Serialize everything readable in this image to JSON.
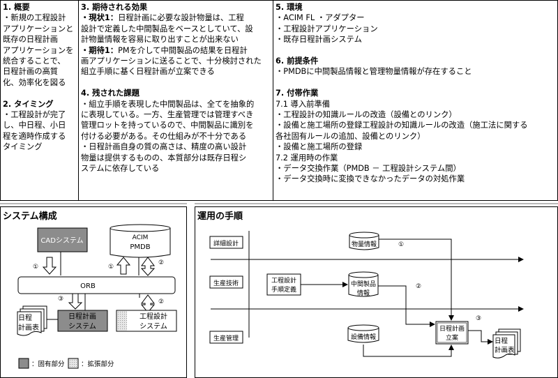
{
  "sections": {
    "overview": {
      "title": "1. 概要",
      "lines": [
        "・新規の工程設計",
        "アプリケーションと",
        "既存の日程計画",
        "アプリケーションを",
        "統合することで、",
        "日程計画の高質",
        "化、効率化を図る"
      ]
    },
    "timing": {
      "title": "2. タイミング",
      "lines": [
        "・工程設計が完了",
        "し、中日程、小日",
        "程を適時作成する",
        "タイミング"
      ]
    },
    "effects": {
      "title": "3. 期待される効果",
      "current_label": "・現状1：",
      "current_lines": [
        "日程計画に必要な設計物量は、工程",
        "設計で定義した中間製品をベースとしていて、設",
        "計物量情報を容易に取り出すことが出来ない"
      ],
      "expect_label": "・期待1：",
      "expect_lines": [
        "PMを介して中間製品の結果を日程計",
        "画アプリケーションに送ることで、十分検討された",
        "組立手順に基く日程計画が立案できる"
      ]
    },
    "issues": {
      "title": "4. 残された課題",
      "lines": [
        "・組立手順を表現した中間製品は、全てを抽象的",
        "に表現している。一方、生産管理では管理すべき",
        "管理ロットを持っているので、中間製品に識別を",
        "付ける必要がある。その仕組みが不十分である",
        "・日程計画自身の質の高さは、精度の高い設計",
        "物量は提供するものの、本質部分は既存日程シ",
        "ステムに依存している"
      ]
    },
    "environment": {
      "title": "5. 環境",
      "lines": [
        "・ACIM FL ・アダプター",
        "・工程設計アプリケーション",
        "・既存日程計画システム"
      ]
    },
    "preconditions": {
      "title": "6. 前提条件",
      "lines": [
        "・PMDBに中間製品情報と管理物量情報が存在すること"
      ]
    },
    "tasks": {
      "title": "7. 付帯作業",
      "lines": [
        "7.1 導入前準備",
        "・工程設計の知識ルールの改造（設備とのリンク）",
        "・設備と施工場所の登録工程設計の知識ルールの改造（施工法に関する",
        "各社固有ルールの追加、設備とのリンク）",
        "・設備と施工場所の登録",
        "7.2 運用時の作業",
        "・データ交換作業（PMDB － 工程設計システム間）",
        "・データ交換時に変換できなかったデータの対処作業"
      ]
    }
  },
  "system_diagram": {
    "title": "システム構成",
    "cad": "CADシステム",
    "db_line1": "ACIM",
    "db_line2": "PMDB",
    "orb": "ORB",
    "schedule_doc": [
      "日程",
      "計画表"
    ],
    "schedule_system": [
      "日程計画",
      "システム"
    ],
    "process_system": [
      "工程設計",
      "システム"
    ],
    "markers": {
      "m1": "①",
      "m2": "②",
      "m3": "③"
    },
    "legend": {
      "proprietary": "：固有部分",
      "extension": "：拡張部分"
    },
    "colors": {
      "proprietary": "#8c8c8c",
      "extension": "#d9d9d9"
    }
  },
  "ops_diagram": {
    "title": "運用の手順",
    "lanes": [
      "詳細設計",
      "生産技術",
      "生産管理"
    ],
    "quantity_info": "物量情報",
    "process_def": [
      "工程設計",
      "手順定義"
    ],
    "intermediate": [
      "中間製品",
      "情報"
    ],
    "equipment": "設備情報",
    "planning": [
      "日程計画",
      "立案"
    ],
    "schedule_doc": [
      "日程",
      "計画表"
    ],
    "markers": {
      "m1": "①",
      "m2": "②",
      "m3": "③"
    }
  }
}
